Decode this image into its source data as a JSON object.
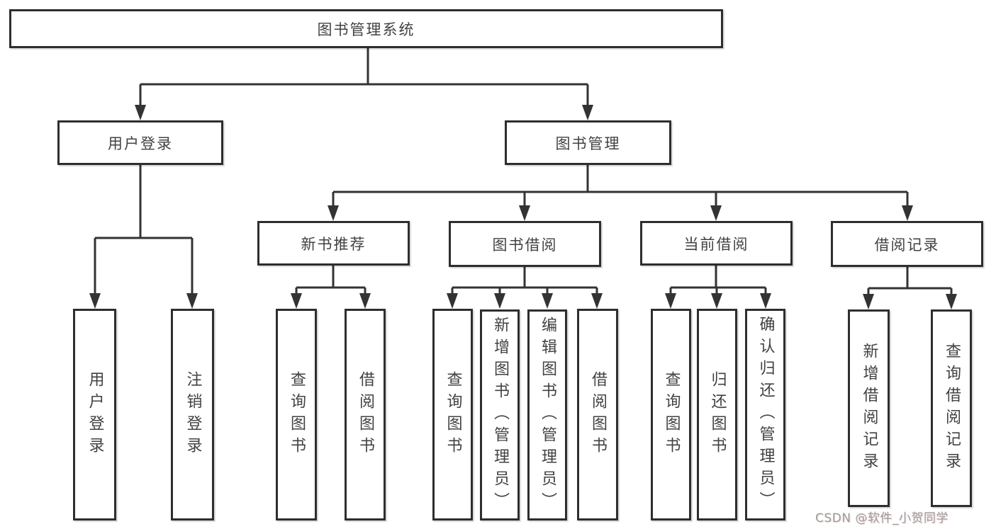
{
  "nodes": {
    "root": {
      "label": "图书管理系统"
    },
    "user_login": {
      "label": "用户登录"
    },
    "book_mgmt": {
      "label": "图书管理"
    },
    "new_book_rec": {
      "label": "新书推荐"
    },
    "book_borrow": {
      "label": "图书借阅"
    },
    "current_borrow": {
      "label": "当前借阅"
    },
    "borrow_records": {
      "label": "借阅记录"
    },
    "leaf_user_login": {
      "label": "用户登录"
    },
    "leaf_logout": {
      "label": "注销登录"
    },
    "leaf_query_book_rec": {
      "label": "查询图书"
    },
    "leaf_borrow_book_rec": {
      "label": "借阅图书"
    },
    "leaf_query_book_borrow": {
      "label": "查询图书"
    },
    "leaf_add_book": {
      "label": "新增图书（管理员）"
    },
    "leaf_edit_book": {
      "label": "编辑图书（管理员）"
    },
    "leaf_borrow_book_borrow": {
      "label": "借阅图书"
    },
    "leaf_query_book_current": {
      "label": "查询图书"
    },
    "leaf_return_book": {
      "label": "归还图书"
    },
    "leaf_confirm_return": {
      "label": "确认归还（管理员）"
    },
    "leaf_add_record": {
      "label": "新增借阅记录"
    },
    "leaf_query_record": {
      "label": "查询借阅记录"
    }
  },
  "watermark": {
    "text": "CSDN @软件_小贺同学"
  },
  "colors": {
    "line": "#333333",
    "box_border": "#2e2e2e",
    "text": "#424242",
    "watermark": "#9f9f9f",
    "background": "#ffffff"
  }
}
